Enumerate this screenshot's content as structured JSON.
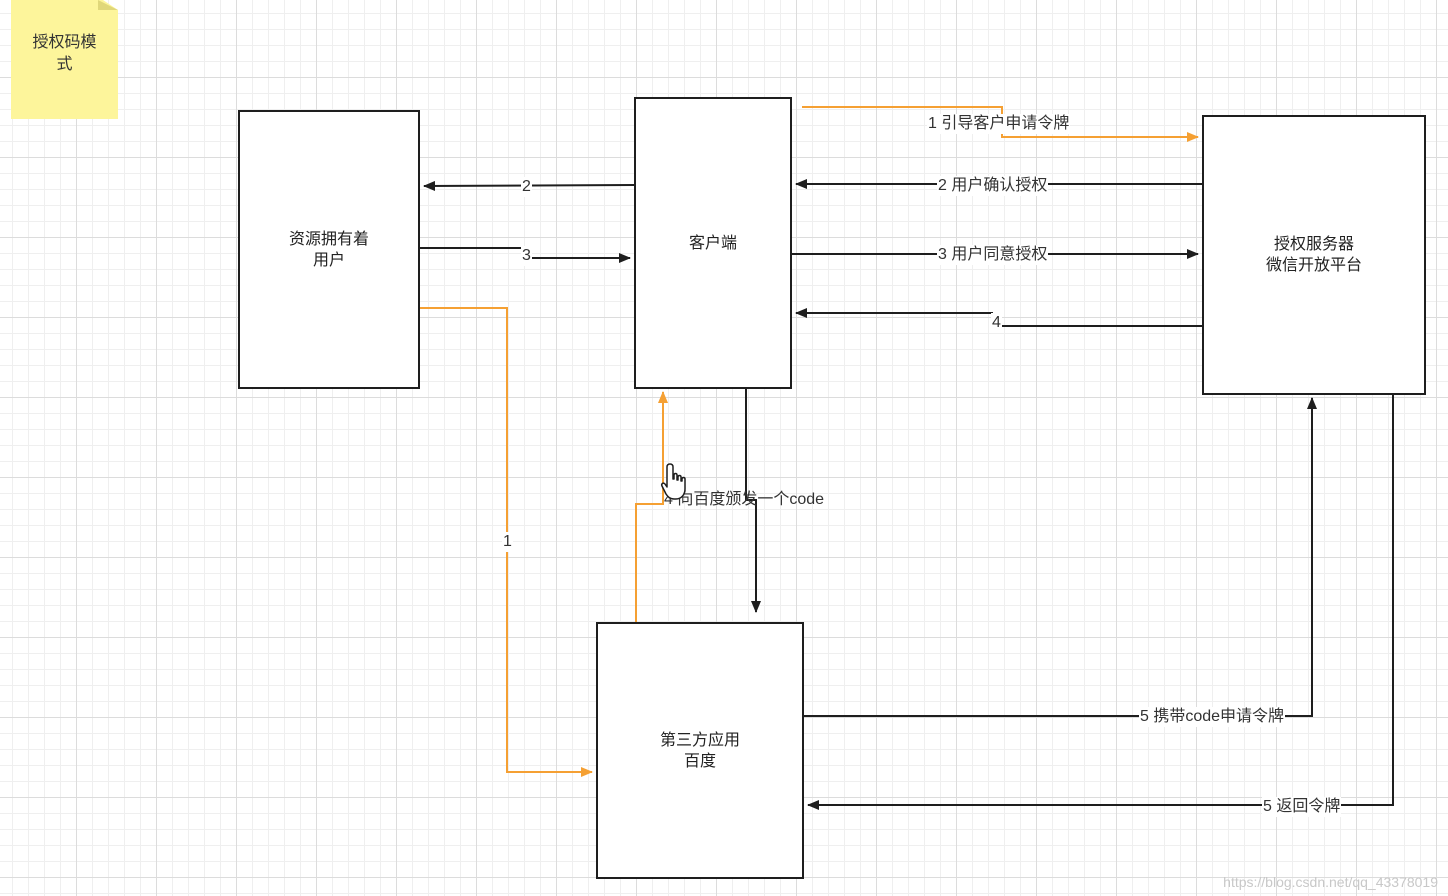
{
  "note": {
    "text": "授权码模\n式"
  },
  "nodes": {
    "resource_owner": "资源拥有着\n用户",
    "client": "客户端",
    "auth_server": "授权服务器\n微信开放平台",
    "third_party": "第三方应用\n百度"
  },
  "edges": {
    "e1_guide": "1 引导客户申请令牌",
    "e2_confirm": "2 用户确认授权",
    "e2_short": "2",
    "e3_agree": "3 用户同意授权",
    "e3_short": "3",
    "e4_short": "4",
    "e4_code": "4 向百度颁发一个code",
    "e1_short": "1",
    "e5_carry": "5 携带code申请令牌",
    "e5_return": "5 返回令牌"
  },
  "colors": {
    "orange": "#f5a033",
    "dark": "#1e1e1e",
    "note": "#fdf59b"
  },
  "icons": {
    "cursor": "hand-pointer-icon"
  },
  "watermark": "https://blog.csdn.net/qq_43378019"
}
